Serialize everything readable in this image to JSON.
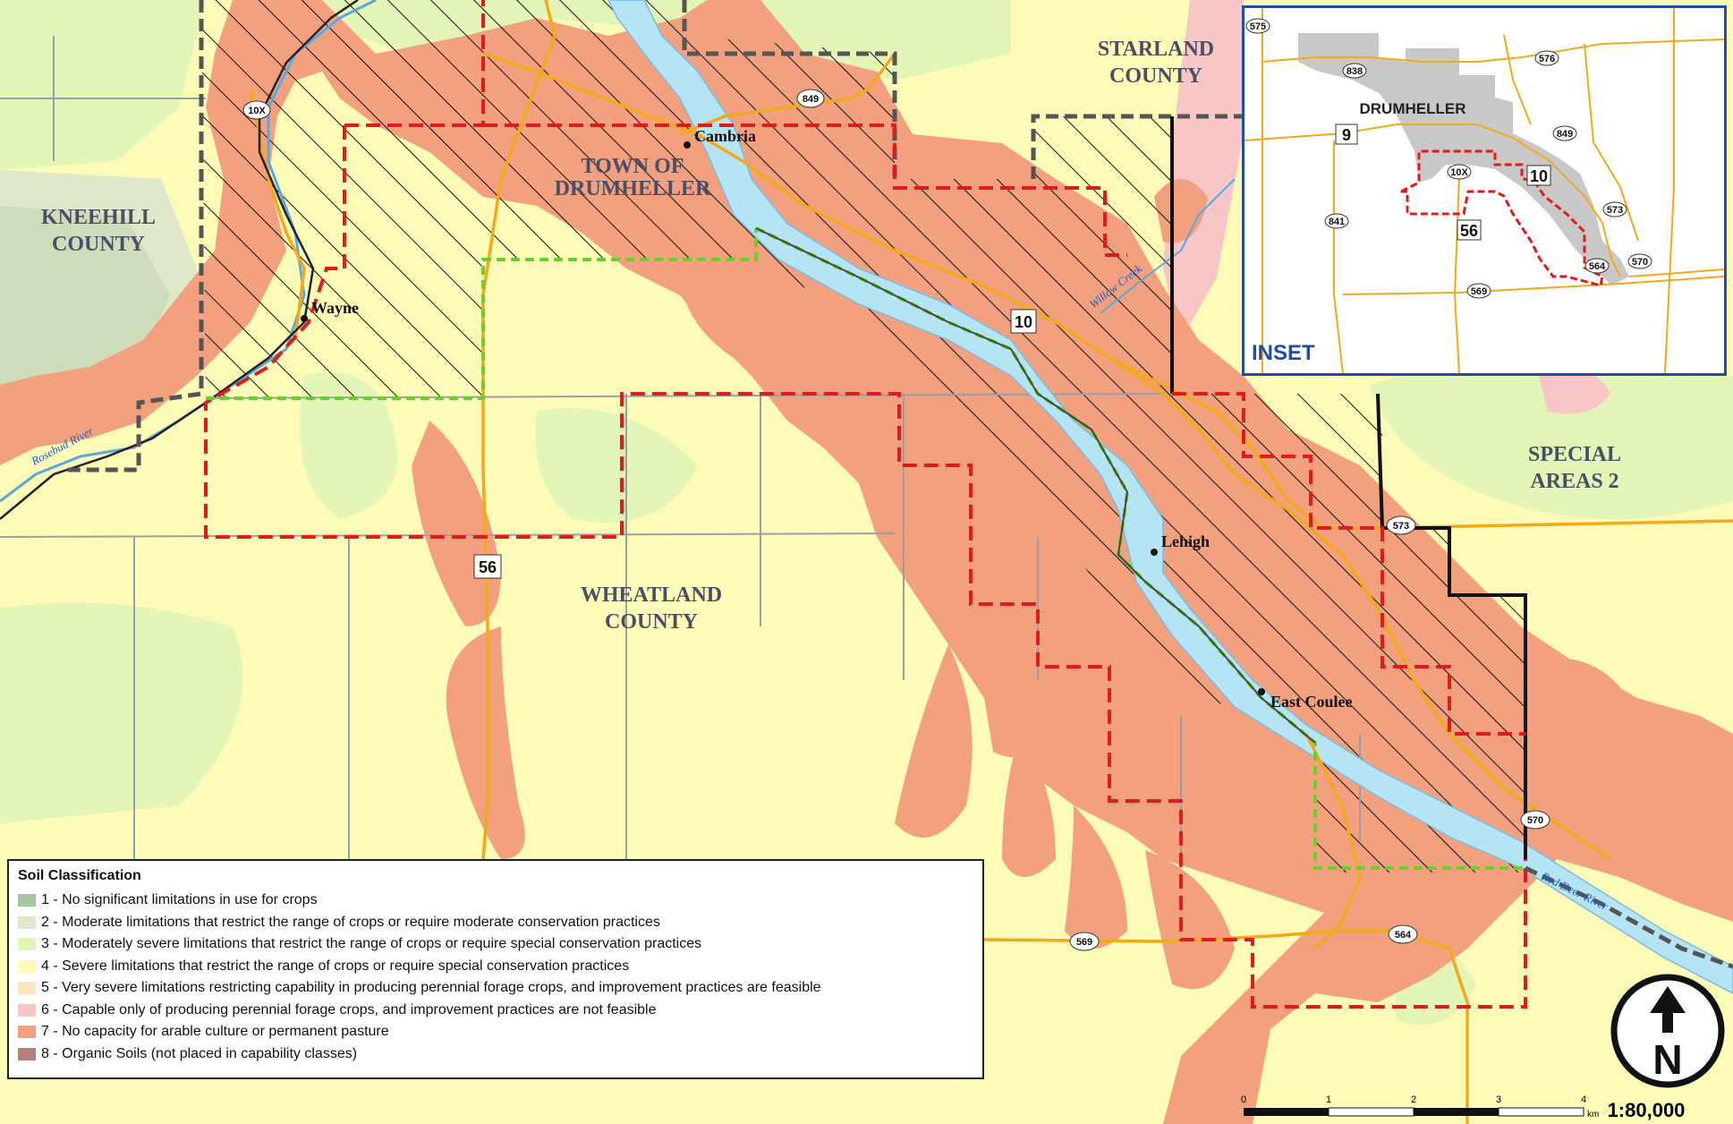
{
  "map": {
    "counties": [
      "STARLAND\nCOUNTY",
      "KNEEHILL\nCOUNTY",
      "WHEATLAND\nCOUNTY",
      "SPECIAL\nAREAS 2",
      "TOWN OF\nDRUMHELLER"
    ],
    "starland_line1": "STARLAND",
    "starland_line2": "COUNTY",
    "kneehill_line1": "KNEEHILL",
    "kneehill_line2": "COUNTY",
    "wheatland_line1": "WHEATLAND",
    "wheatland_line2": "COUNTY",
    "special_line1": "SPECIAL",
    "special_line2": "AREAS 2",
    "town_line1": "TOWN OF",
    "town_line2": "DRUMHELLER",
    "places": {
      "cambria": "Cambria",
      "wayne": "Wayne",
      "lehigh": "Lehigh",
      "east_coulee": "East Coulee"
    },
    "rivers": {
      "rosebud": "Rosebud River",
      "willow": "Willow Creek",
      "red_deer": "Red Deer River"
    },
    "routes": {
      "r10x": "10X",
      "r849": "849",
      "r10": "10",
      "r56": "56",
      "r573": "573",
      "r570": "570",
      "r569": "569",
      "r564": "564"
    }
  },
  "legend": {
    "title": "Soil Classification",
    "items": [
      {
        "label": "1 - No significant limitations in use for crops",
        "color": "#a6c5a0"
      },
      {
        "label": "2 - Moderate limitations that restrict the range of crops or require moderate conservation practices",
        "color": "#dfe8c8"
      },
      {
        "label": "3 - Moderately severe limitations that restrict the range of crops or require special conservation practices",
        "color": "#e4f5b8"
      },
      {
        "label": "4 - Severe limitations that restrict the range of crops or require special conservation practices",
        "color": "#fdfbb8"
      },
      {
        "label": "5 - Very severe limitations restricting capability in producing perennial forage crops, and improvement practices are feasible",
        "color": "#fde5c0"
      },
      {
        "label": "6 - Capable only of producing perennial forage crops, and improvement practices are not feasible",
        "color": "#f8c6c6"
      },
      {
        "label": "7 - No capacity for arable culture or permanent pasture",
        "color": "#f2a07e"
      },
      {
        "label": "8 - Organic Soils (not placed in capability classes)",
        "color": "#b5807a"
      }
    ]
  },
  "inset": {
    "title": "INSET",
    "town": "DRUMHELLER",
    "routes": {
      "r575": "575",
      "r838": "838",
      "r576": "576",
      "r849": "849",
      "r9": "9",
      "r10x": "10X",
      "r10": "10",
      "r573": "573",
      "r841": "841",
      "r56": "56",
      "r564": "564",
      "r570": "570",
      "r569": "569"
    }
  },
  "north_arrow": {
    "letter": "N"
  },
  "scale": {
    "ratio": "1:80,000",
    "unit": "km",
    "ticks": [
      "0",
      "1",
      "2",
      "3",
      "4"
    ]
  },
  "colors": {
    "water": "#b5e4f5",
    "road": "#f3a91b",
    "boundary_red": "#e01b1b",
    "boundary_dark": "#555555",
    "boundary_green": "#6ad12a",
    "inset_border": "#1f4fa0"
  }
}
